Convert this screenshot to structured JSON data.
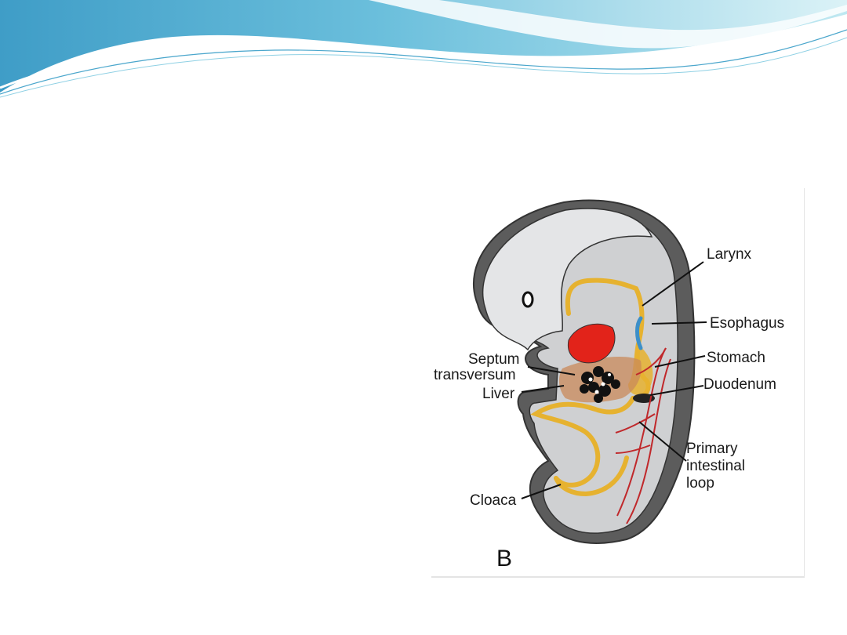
{
  "figure": {
    "panel_letter": "B",
    "labels": {
      "larynx": "Larynx",
      "esophagus": "Esophagus",
      "stomach": "Stomach",
      "duodenum": "Duodenum",
      "septum_line1": "Septum",
      "septum_line2": "transversum",
      "liver": "Liver",
      "primary_line1": "Primary",
      "primary_line2": "intestinal",
      "primary_line3": "loop",
      "cloaca": "Cloaca"
    }
  },
  "colors": {
    "wave_dark": "#4fa9cf",
    "wave_light": "#a8dcec",
    "embryo_body": "#cfd0d2",
    "embryo_dark": "#5a5a5a",
    "gut_tube": "#e6b230",
    "heart": "#e2231a",
    "vessels": "#c0282b",
    "liver_region": "#c98a5a",
    "trachea": "#3c8fc8"
  }
}
